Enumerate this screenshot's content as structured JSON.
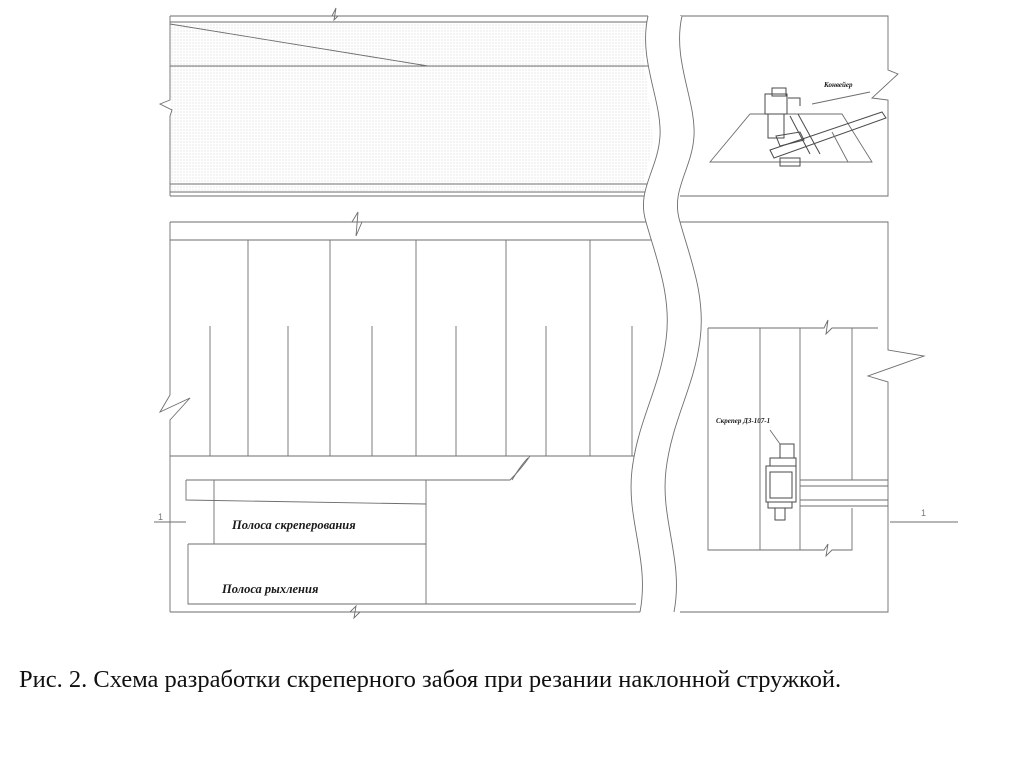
{
  "labels": {
    "conveyor": "Конвейер",
    "scraper": "Скрепер  ДЗ-107-1",
    "scraping_strip": "Полоса скреперования",
    "loosening_strip": "Полоса рыхления",
    "section_left": "1",
    "section_right": "1"
  },
  "caption": "Рис. 2. Схема разработки скреперного забоя при резании наклонной стружкой."
}
